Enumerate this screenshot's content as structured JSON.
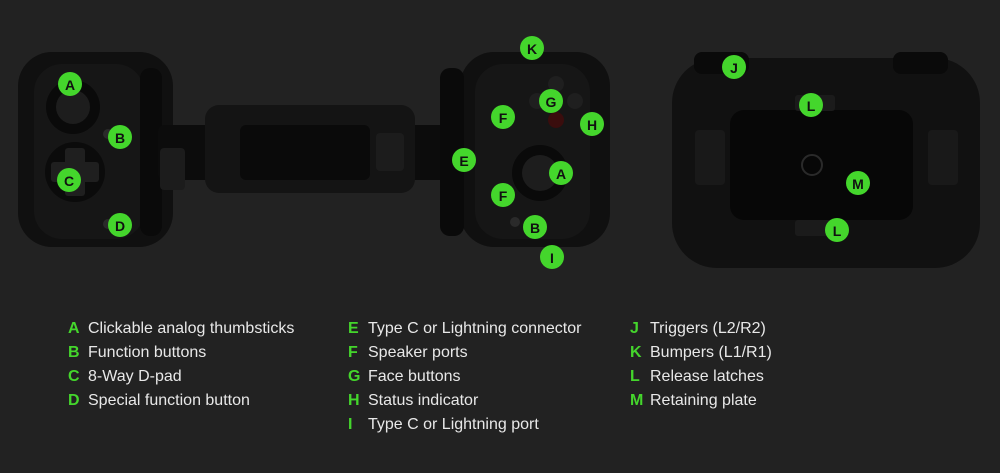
{
  "accent_color": "#44d62c",
  "background_color": "#222222",
  "callouts": [
    {
      "letter": "A"
    },
    {
      "letter": "B"
    },
    {
      "letter": "C"
    },
    {
      "letter": "D"
    },
    {
      "letter": "A"
    },
    {
      "letter": "B"
    },
    {
      "letter": "E"
    },
    {
      "letter": "F"
    },
    {
      "letter": "F"
    },
    {
      "letter": "G"
    },
    {
      "letter": "H"
    },
    {
      "letter": "I"
    },
    {
      "letter": "K"
    },
    {
      "letter": "J"
    },
    {
      "letter": "L"
    },
    {
      "letter": "M"
    },
    {
      "letter": "L"
    }
  ],
  "legend": {
    "columns": [
      [
        {
          "letter": "A",
          "label": "Clickable analog thumbsticks"
        },
        {
          "letter": "B",
          "label": "Function buttons"
        },
        {
          "letter": "C",
          "label": "8-Way D-pad"
        },
        {
          "letter": "D",
          "label": "Special function button"
        }
      ],
      [
        {
          "letter": "E",
          "label": "Type C or Lightning connector"
        },
        {
          "letter": "F",
          "label": "Speaker ports"
        },
        {
          "letter": "G",
          "label": "Face buttons"
        },
        {
          "letter": "H",
          "label": "Status indicator"
        },
        {
          "letter": "I",
          "label": "Type C or Lightning port"
        }
      ],
      [
        {
          "letter": "J",
          "label": "Triggers (L2/R2)"
        },
        {
          "letter": "K",
          "label": "Bumpers (L1/R1)"
        },
        {
          "letter": "L",
          "label": "Release latches"
        },
        {
          "letter": "M",
          "label": "Retaining plate"
        }
      ]
    ]
  }
}
